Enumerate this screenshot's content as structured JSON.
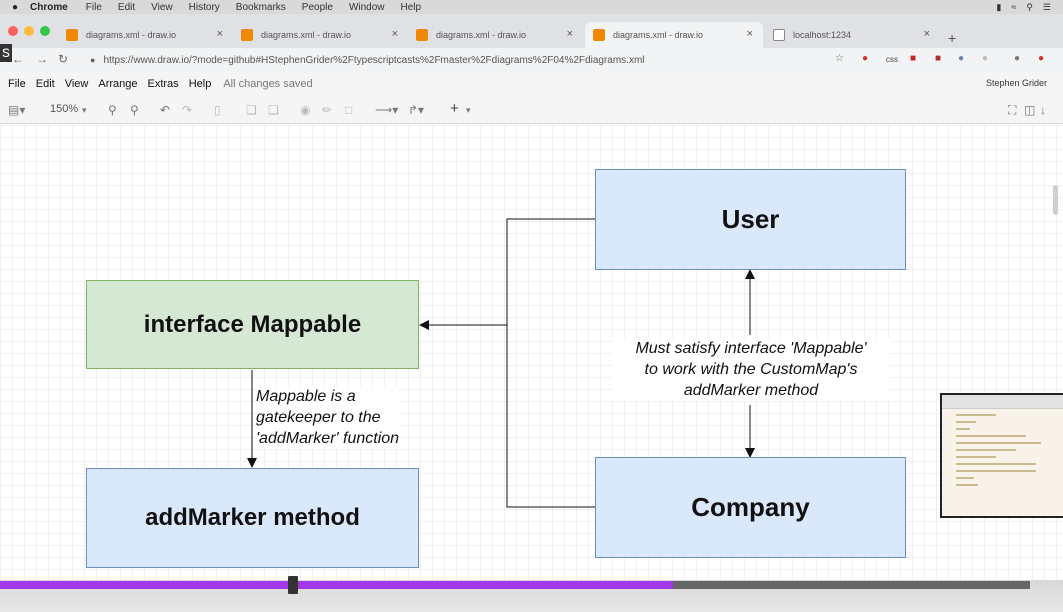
{
  "macmenu": {
    "app": "Chrome",
    "items": [
      "File",
      "Edit",
      "View",
      "History",
      "Bookmarks",
      "People",
      "Window",
      "Help"
    ]
  },
  "tabs": [
    {
      "label": "diagrams.xml - draw.io",
      "close": "×",
      "icon": "drawio-favicon"
    },
    {
      "label": "diagrams.xml - draw.io",
      "close": "×",
      "icon": "drawio-favicon"
    },
    {
      "label": "diagrams.xml - draw.io",
      "close": "×",
      "icon": "drawio-favicon"
    },
    {
      "label": "diagrams.xml - draw.io",
      "close": "×",
      "icon": "drawio-favicon",
      "active": true
    },
    {
      "label": "localhost:1234",
      "close": "×",
      "icon": "page-icon"
    }
  ],
  "newtab": "+",
  "address": {
    "url": "https://www.draw.io/?mode=github#HStephenGrider%2Ftypescriptcasts%2Fmaster%2Fdiagrams%2F04%2Fdiagrams.xml",
    "ext_css": "css"
  },
  "side_letter": "s",
  "appmenu": {
    "items": [
      "File",
      "Edit",
      "View",
      "Arrange",
      "Extras",
      "Help"
    ],
    "status": "All changes saved",
    "user": "Stephen Grider"
  },
  "toolbar": {
    "zoom": "150%"
  },
  "diagram": {
    "nodes": {
      "mappable": "interface Mappable",
      "addmarker": "addMarker method",
      "user": "User",
      "company": "Company"
    },
    "annotations": {
      "gatekeeper": [
        "Mappable is a",
        "gatekeeper to the",
        "'addMarker' function"
      ],
      "satisfy": [
        "Must satisfy interface 'Mappable'",
        "to work with the CustomMap's",
        "addMarker method"
      ]
    }
  },
  "video": {
    "progress": 0.653
  },
  "colors": {
    "green_fill": "#d5e8d4",
    "green_stroke": "#82b366",
    "blue_fill": "#dae8fc",
    "blue_stroke": "#6c8ebf",
    "progress": "#a237e6"
  }
}
